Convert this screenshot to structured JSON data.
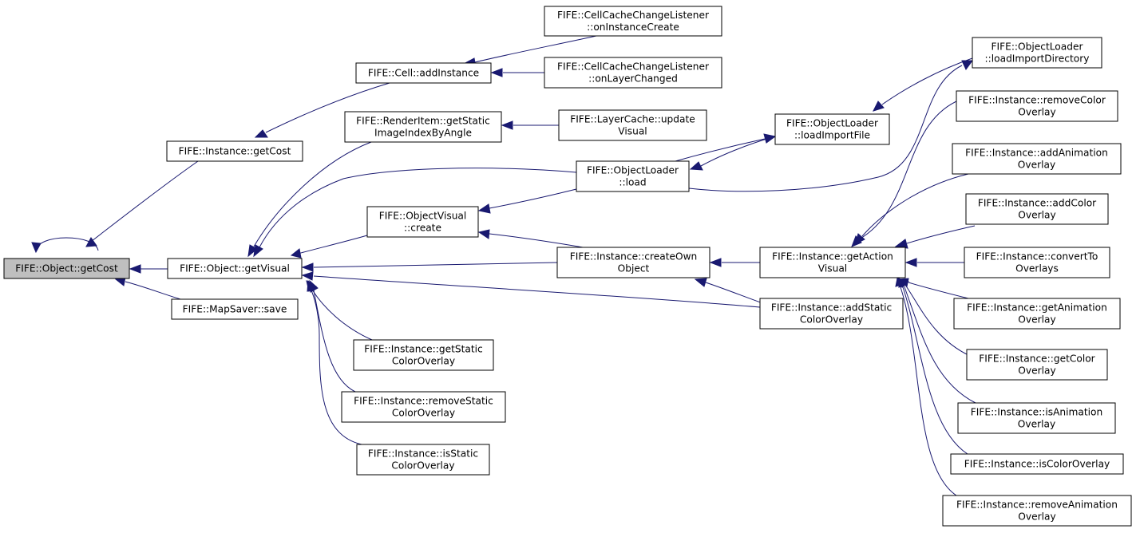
{
  "nodes": {
    "object_getcost": [
      "FIFE::Object::getCost"
    ],
    "instance_getcost": [
      "FIFE::Instance::getCost"
    ],
    "object_getvisual": [
      "FIFE::Object::getVisual"
    ],
    "mapsaver_save": [
      "FIFE::MapSaver::save"
    ],
    "cell_addinstance": [
      "FIFE::Cell::addInstance"
    ],
    "cccl_oninstancecreate": [
      "FIFE::CellCacheChangeListener",
      "::onInstanceCreate"
    ],
    "cccl_onlayerchanged": [
      "FIFE::CellCacheChangeListener",
      "::onLayerChanged"
    ],
    "renderitem_getstatic": [
      "FIFE::RenderItem::getStatic",
      "ImageIndexByAngle"
    ],
    "layercache_update": [
      "FIFE::LayerCache::update",
      "Visual"
    ],
    "objectvisual_create": [
      "FIFE::ObjectVisual",
      "::create"
    ],
    "objectloader_load": [
      "FIFE::ObjectLoader",
      "::load"
    ],
    "objectloader_loadimportfile": [
      "FIFE::ObjectLoader",
      "::loadImportFile"
    ],
    "objectloader_loadimportdirectory": [
      "FIFE::ObjectLoader",
      "::loadImportDirectory"
    ],
    "instance_createownobject": [
      "FIFE::Instance::createOwn",
      "Object"
    ],
    "instance_getactionvisual": [
      "FIFE::Instance::getAction",
      "Visual"
    ],
    "instance_addstaticcoloroverlay": [
      "FIFE::Instance::addStatic",
      "ColorOverlay"
    ],
    "instance_getstaticcoloroverlay": [
      "FIFE::Instance::getStatic",
      "ColorOverlay"
    ],
    "instance_removestaticcoloroverlay": [
      "FIFE::Instance::removeStatic",
      "ColorOverlay"
    ],
    "instance_isstaticcoloroverlay": [
      "FIFE::Instance::isStatic",
      "ColorOverlay"
    ],
    "instance_removecoloroverlay": [
      "FIFE::Instance::removeColor",
      "Overlay"
    ],
    "instance_addanimationoverlay": [
      "FIFE::Instance::addAnimation",
      "Overlay"
    ],
    "instance_addcoloroverlay": [
      "FIFE::Instance::addColor",
      "Overlay"
    ],
    "instance_converttooverlays": [
      "FIFE::Instance::convertTo",
      "Overlays"
    ],
    "instance_getanimationoverlay": [
      "FIFE::Instance::getAnimation",
      "Overlay"
    ],
    "instance_getcoloroverlay": [
      "FIFE::Instance::getColor",
      "Overlay"
    ],
    "instance_isanimationoverlay": [
      "FIFE::Instance::isAnimation",
      "Overlay"
    ],
    "instance_iscoloroverlay": [
      "FIFE::Instance::isColorOverlay"
    ],
    "instance_removeanimationoverlay": [
      "FIFE::Instance::removeAnimation",
      "Overlay"
    ]
  },
  "edges": [
    [
      "object_getcost",
      "object_getcost"
    ],
    [
      "instance_getcost",
      "object_getcost"
    ],
    [
      "object_getvisual",
      "object_getcost"
    ],
    [
      "mapsaver_save",
      "object_getcost"
    ],
    [
      "cell_addinstance",
      "instance_getcost"
    ],
    [
      "cccl_oninstancecreate",
      "cell_addinstance"
    ],
    [
      "cccl_onlayerchanged",
      "cell_addinstance"
    ],
    [
      "renderitem_getstatic",
      "object_getvisual"
    ],
    [
      "objectloader_load",
      "object_getvisual"
    ],
    [
      "objectvisual_create",
      "object_getvisual"
    ],
    [
      "instance_createownobject",
      "object_getvisual"
    ],
    [
      "instance_addstaticcoloroverlay",
      "object_getvisual"
    ],
    [
      "instance_getstaticcoloroverlay",
      "object_getvisual"
    ],
    [
      "instance_removestaticcoloroverlay",
      "object_getvisual"
    ],
    [
      "instance_isstaticcoloroverlay",
      "object_getvisual"
    ],
    [
      "layercache_update",
      "renderitem_getstatic"
    ],
    [
      "objectloader_load",
      "objectvisual_create"
    ],
    [
      "instance_createownobject",
      "objectvisual_create"
    ],
    [
      "objectloader_loadimportfile",
      "objectloader_load"
    ],
    [
      "objectloader_loadimportdirectory",
      "objectloader_loadimportfile"
    ],
    [
      "objectloader_load",
      "objectloader_loadimportfile"
    ],
    [
      "objectloader_load",
      "objectloader_loadimportdirectory"
    ],
    [
      "instance_getactionvisual",
      "instance_createownobject"
    ],
    [
      "instance_addstaticcoloroverlay",
      "instance_createownobject"
    ],
    [
      "instance_removecoloroverlay",
      "instance_getactionvisual"
    ],
    [
      "instance_addanimationoverlay",
      "instance_getactionvisual"
    ],
    [
      "instance_addcoloroverlay",
      "instance_getactionvisual"
    ],
    [
      "instance_converttooverlays",
      "instance_getactionvisual"
    ],
    [
      "instance_getanimationoverlay",
      "instance_getactionvisual"
    ],
    [
      "instance_getcoloroverlay",
      "instance_getactionvisual"
    ],
    [
      "instance_isanimationoverlay",
      "instance_getactionvisual"
    ],
    [
      "instance_iscoloroverlay",
      "instance_getactionvisual"
    ],
    [
      "instance_removeanimationoverlay",
      "instance_getactionvisual"
    ]
  ]
}
